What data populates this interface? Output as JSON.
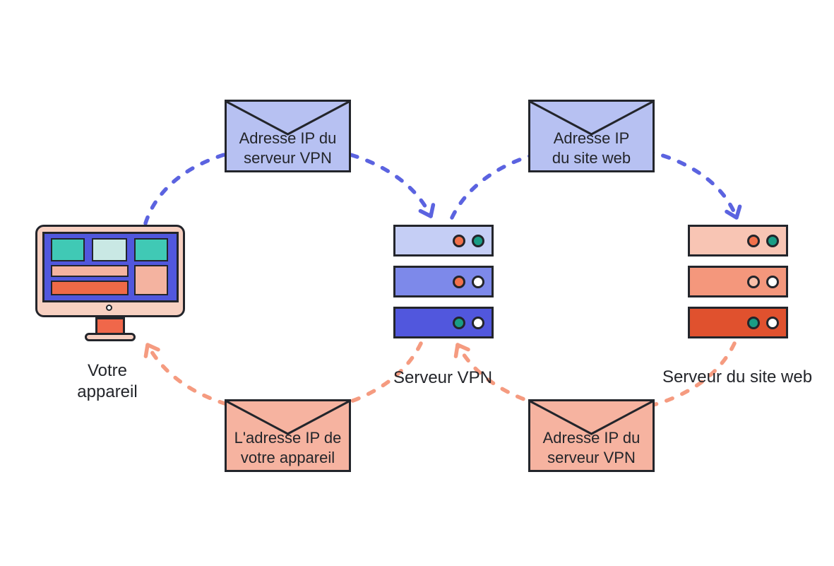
{
  "diagram": {
    "background": "#ffffff",
    "outline_color": "#23252b",
    "text_color": "#23252a",
    "arrow_blue": "#5b63e0",
    "arrow_orange": "#f59b80"
  },
  "device": {
    "label_line1": "Votre",
    "label_line2": "appareil",
    "frame_color": "#f7d0c1",
    "screen_color": "#5157dd",
    "tile_teal": "#40c9b5",
    "tile_pale_teal": "#c9e8e4",
    "tile_salmon": "#f4b3a0",
    "tile_orange": "#ef6a47",
    "stand_color": "#f0674a"
  },
  "vpn_server": {
    "label": "Serveur VPN",
    "row_colors": [
      "#c5cef5",
      "#7d89ea",
      "#5157dd"
    ],
    "dot_colors": [
      [
        "#f2714b",
        "#199d85"
      ],
      [
        "#f2714b",
        "#ffffff"
      ],
      [
        "#199d85",
        "#ffffff"
      ]
    ]
  },
  "web_server": {
    "label": "Serveur du site web",
    "row_colors": [
      "#f8c5b4",
      "#f4977c",
      "#e0512e"
    ],
    "dot_colors": [
      [
        "#f2714b",
        "#199d85"
      ],
      [
        "#f8bfa9",
        "#ffffff"
      ],
      [
        "#199d85",
        "#ffffff"
      ]
    ]
  },
  "envelopes": {
    "top_left": {
      "line1": "Adresse IP du",
      "line2": "serveur VPN",
      "fill": "#b7c1f2"
    },
    "top_right": {
      "line1": "Adresse IP",
      "line2": "du site web",
      "fill": "#b7c1f2"
    },
    "bottom_left": {
      "line1": "L'adresse IP de",
      "line2": "votre appareil",
      "fill": "#f6b3a0"
    },
    "bottom_right": {
      "line1": "Adresse IP du",
      "line2": "serveur VPN",
      "fill": "#f6b3a0"
    }
  }
}
